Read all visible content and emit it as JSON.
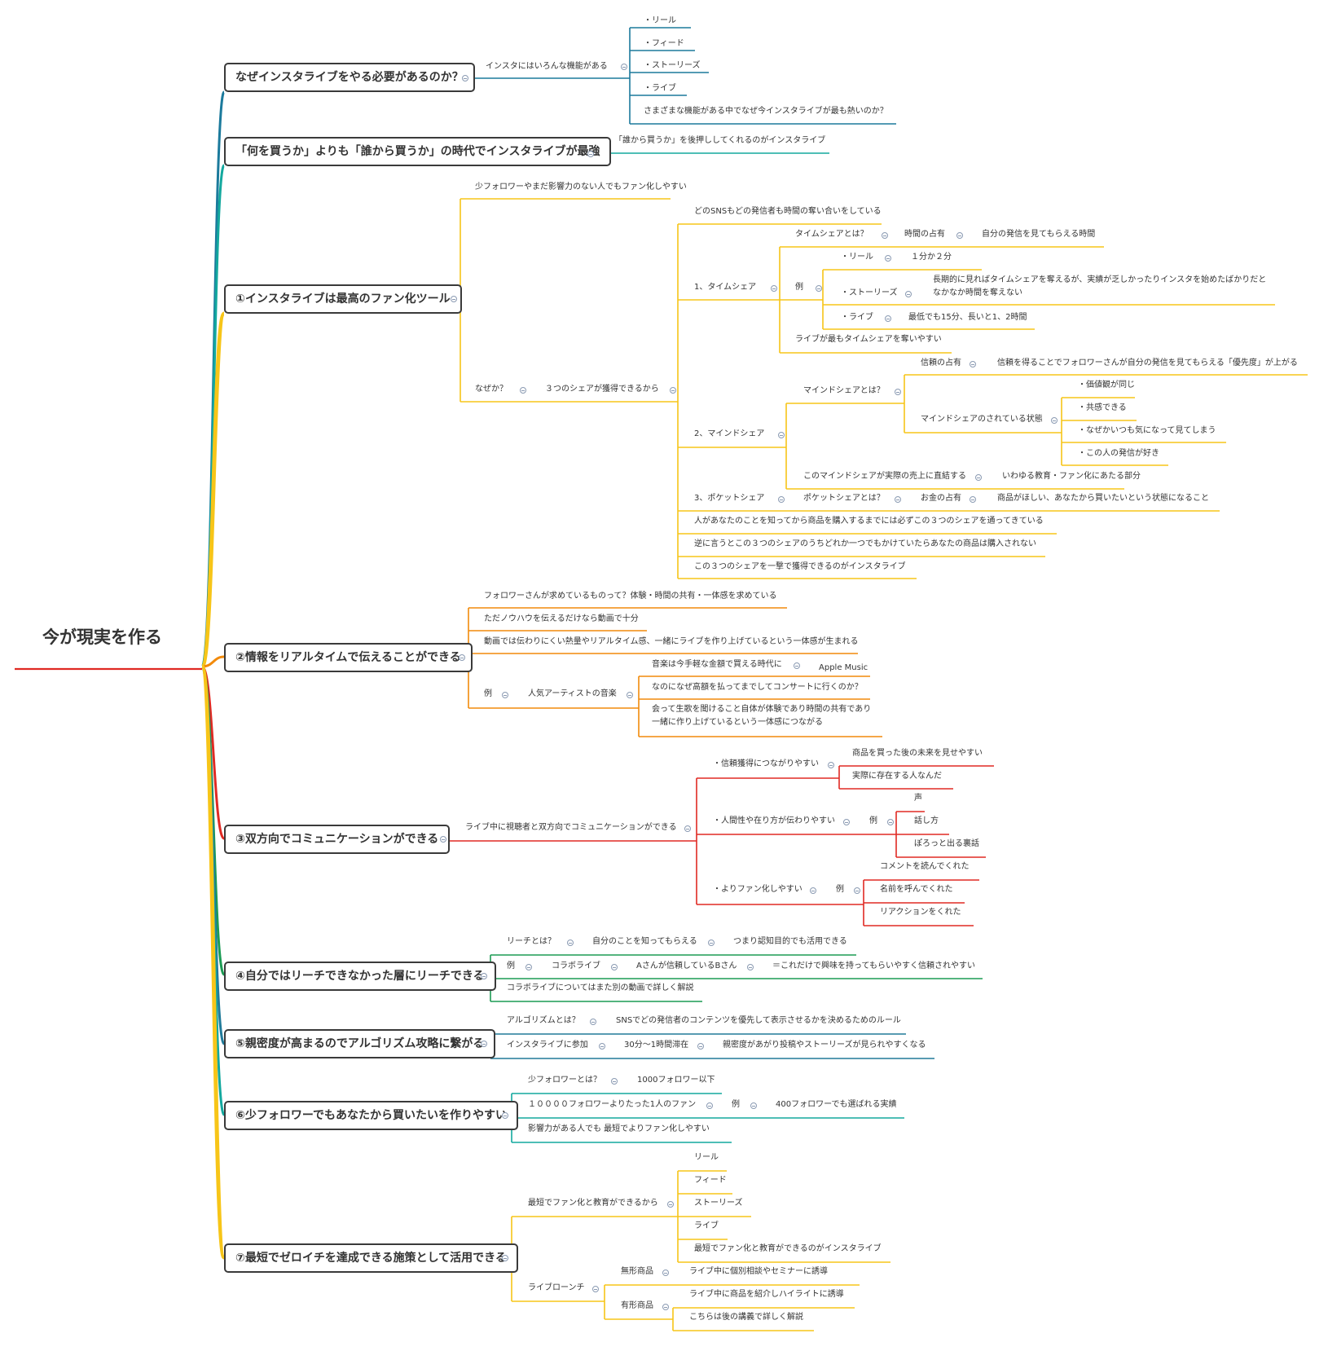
{
  "root": "今が現実を作る",
  "colors": {
    "teal_dark": "#1b7a9c",
    "teal": "#13a89e",
    "yellow": "#f7c518",
    "orange": "#f28a0b",
    "red": "#e02a23",
    "green": "#1c9b54",
    "blue": "#207a99",
    "root_line": "#e02a23"
  },
  "topics": [
    {
      "title": "なぜインスタライブをやる必要があるのか？"
    },
    {
      "title": "「何を買うか」よりも「誰から買うか」の時代でインスタライブが最強"
    },
    {
      "title": "①インスタライブは最高のファン化ツール"
    },
    {
      "title": "②情報をリアルタイムで伝えることができる"
    },
    {
      "title": "③双方向でコミュニケーションができる"
    },
    {
      "title": "④自分ではリーチできなかった層にリーチできる"
    },
    {
      "title": "⑤親密度が高まるのでアルゴリズム攻略に繋がる"
    },
    {
      "title": "⑥少フォロワーでもあなたから買いたいを作りやすい"
    },
    {
      "title": "⑦最短でゼロイチを達成できる施策として活用できる"
    }
  ],
  "t1": {
    "n0": "インスタにはいろんな機能がある",
    "items": [
      "・リール",
      "・フィード",
      "・ストーリーズ",
      "・ライブ",
      "さまざまな機能がある中でなぜ今インスタライブが最も熱いのか？"
    ]
  },
  "t2": {
    "n0": "「誰から買うか」を後押ししてくれるのがインスタライブ"
  },
  "t3": {
    "a": "少フォロワーやまだ影響力のない人でもファン化しやすい",
    "why": "なぜか？",
    "three": "３つのシェアが獲得できるから",
    "s1": {
      "label": "1、タイムシェア",
      "def": "タイムシェアとは？",
      "occ": "時間の占有",
      "occd": "自分の発信を見てもらえる時間",
      "ex": "例",
      "reel": "・リール",
      "reeld": "１分か２分",
      "story": "・ストーリーズ",
      "storyd1": "長期的に見ればタイムシェアを奪えるが、実績が乏しかったりインスタを始めたばかりだと",
      "storyd2": "なかなか時間を奪えない",
      "live": "・ライブ",
      "lived": "最低でも15分、長いと1、2時間",
      "win": "ライブが最もタイムシェアを奪いやすい"
    },
    "pre": "どのSNSもどの発信者も時間の奪い合いをしている",
    "s2": {
      "label": "2、マインドシェア",
      "def": "マインドシェアとは？",
      "occ": "信頼の占有",
      "occd": "信頼を得ることでフォロワーさんが自分の発信を見てもらえる「優先度」が上がる",
      "state": "マインドシェアのされている状態",
      "states": [
        "・価値観が同じ",
        "・共感できる",
        "・なぜかいつも気になって見てしまう",
        "・この人の発信が好き"
      ],
      "link": "このマインドシェアが実際の売上に直結する",
      "linkd": "いわゆる教育・ファン化にあたる部分"
    },
    "s3": {
      "label": "3、ポケットシェア",
      "def": "ポケットシェアとは？",
      "occ": "お金の占有",
      "occd": "商品がほしい、あなたから買いたいという状態になること"
    },
    "c1": "人があなたのことを知ってから商品を購入するまでには必ずこの３つのシェアを通ってきている",
    "c2": "逆に言うとこの３つのシェアのうちどれか一つでもかけていたらあなたの商品は購入されない",
    "c3": "この３つのシェアを一撃で獲得できるのがインスタライブ"
  },
  "t4": {
    "a": "フォロワーさんが求めているものって？体験・時間の共有・一体感を求めている",
    "b": "ただノウハウを伝えるだけなら動画で十分",
    "c": "動画では伝わりにくい熱量やリアルタイム感、一緒にライブを作り上げているという一体感が生まれる",
    "ex": "例",
    "artist": "人気アーティストの音楽",
    "m1": "音楽は今手軽な金額で買える時代に",
    "m1d": "Apple Music",
    "m2": "なのになぜ高額を払ってまでしてコンサートに行くのか？",
    "m3a": "会って生歌を聞けること自体が体験であり時間の共有であり",
    "m3b": "一緒に作り上げているという一体感につながる"
  },
  "t5": {
    "a": "ライブ中に視聴者と双方向でコミュニケーションができる",
    "b1": "・信頼獲得につながりやすい",
    "b1a": "商品を買った後の未来を見せやすい",
    "b1b": "実際に存在する人なんだ",
    "b2": "・人間性や在り方が伝わりやすい",
    "ex": "例",
    "b2items": [
      "声",
      "話し方",
      "ぽろっと出る裏話"
    ],
    "b3": "・よりファン化しやすい",
    "b3items": [
      "コメントを読んでくれた",
      "名前を呼んでくれた",
      "リアクションをくれた"
    ]
  },
  "t6": {
    "r": "リーチとは？",
    "rd": "自分のことを知ってもらえる",
    "rdd": "つまり認知目的でも活用できる",
    "ex": "例",
    "collab": "コラボライブ",
    "cd": "Aさんが信頼しているBさん",
    "cdd": "＝これだけで興味を持ってもらいやすく信頼されやすい",
    "note": "コラボライブについてはまた別の動画で詳しく解説"
  },
  "t7": {
    "a": "アルゴリズムとは？",
    "ad": "SNSでどの発信者のコンテンツを優先して表示させるかを決めるためのルール",
    "b": "インスタライブに参加",
    "bd": "30分〜1時間滞在",
    "bdd": "親密度があがり投稿やストーリーズが見られやすくなる"
  },
  "t8": {
    "a": "少フォロワーとは？",
    "ad": "1000フォロワー以下",
    "b": "１００００フォロワーよりたった1人のファン",
    "ex": "例",
    "bd": "400フォロワーでも選ばれる実績",
    "c": "影響力がある人でも 最短でよりファン化しやすい"
  },
  "t9": {
    "a": "最短でファン化と教育ができるから",
    "aitems": [
      "リール",
      "フィード",
      "ストーリーズ",
      "ライブ",
      "最短でファン化と教育ができるのがインスタライブ"
    ],
    "b": "ライブローンチ",
    "n1": "無形商品",
    "n1d": "ライブ中に個別相談やセミナーに誘導",
    "n2": "有形商品",
    "n2a": "ライブ中に商品を紹介しハイライトに誘導",
    "n2b": "こちらは後の講義で詳しく解説"
  }
}
